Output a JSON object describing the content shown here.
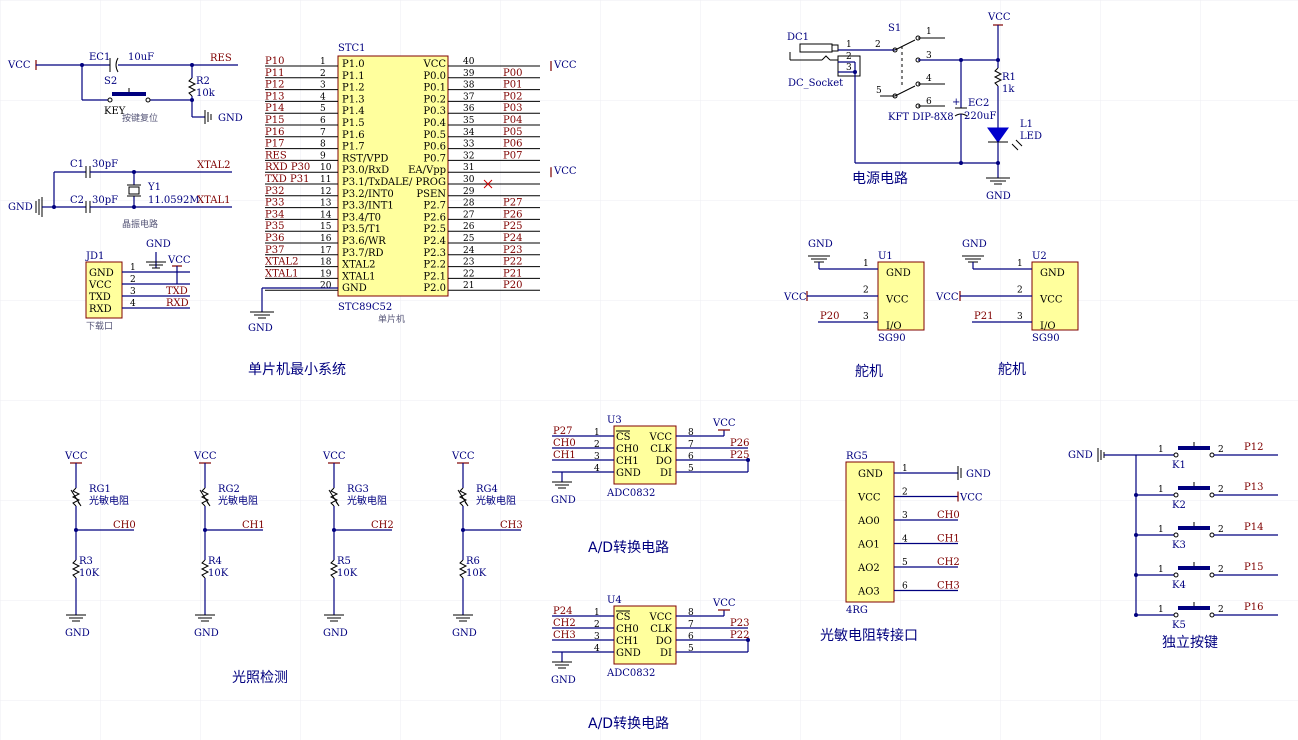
{
  "titles": {
    "mcu": "单片机最小系统",
    "power": "电源电路",
    "servo1": "舵机",
    "servo2": "舵机",
    "light": "光照检测",
    "adc1": "A/D转换电路",
    "adc2": "A/D转换电路",
    "lr_port": "光敏电阻转接口",
    "keys": "独立按键"
  },
  "captions": {
    "reset": "按键复位",
    "crystal": "晶振电路",
    "download": "下载口",
    "mcu": "单片机"
  },
  "nets": {
    "vcc": "VCC",
    "gnd": "GND",
    "res": "RES",
    "xtal1": "XTAL1",
    "xtal2": "XTAL2",
    "txd": "TXD",
    "rxd": "RXD"
  },
  "parts": {
    "ec1": "EC1",
    "ec1_val": "10uF",
    "s2": "S2",
    "s2_val": "KEY",
    "r2": "R2",
    "r2_val": "10k",
    "c1": "C1",
    "c1_val": "30pF",
    "c2": "C2",
    "c2_val": "30pF",
    "y1": "Y1",
    "y1_val": "11.0592M",
    "jd1": "JD1",
    "dc1": "DC1",
    "dc1_val": "DC_Socket",
    "s1": "S1",
    "s1_val": "KFT DIP-8X8",
    "ec2": "EC2",
    "ec2_val": "220uF",
    "r1": "R1",
    "r1_val": "1k",
    "l1": "L1",
    "l1_val": "LED",
    "u1": "U1",
    "u2": "U2",
    "sg90": "SG90",
    "u3": "U3",
    "u4": "U4",
    "adc": "ADC0832",
    "rg5": "RG5",
    "rg5_val": "4RG"
  },
  "jd1_pins": [
    {
      "num": "1",
      "name": "GND"
    },
    {
      "num": "2",
      "name": "VCC"
    },
    {
      "num": "3",
      "name": "TXD"
    },
    {
      "num": "4",
      "name": "RXD"
    }
  ],
  "mcu": {
    "ref": "STC1",
    "part": "STC89C52",
    "left": [
      {
        "net": "P10",
        "num": "1",
        "pin": "P1.0"
      },
      {
        "net": "P11",
        "num": "2",
        "pin": "P1.1"
      },
      {
        "net": "P12",
        "num": "3",
        "pin": "P1.2"
      },
      {
        "net": "P13",
        "num": "4",
        "pin": "P1.3"
      },
      {
        "net": "P14",
        "num": "5",
        "pin": "P1.4"
      },
      {
        "net": "P15",
        "num": "6",
        "pin": "P1.5"
      },
      {
        "net": "P16",
        "num": "7",
        "pin": "P1.6"
      },
      {
        "net": "P17",
        "num": "8",
        "pin": "P1.7"
      },
      {
        "net": "RES",
        "num": "9",
        "pin": "RST/VPD"
      },
      {
        "net": "RXD P30",
        "num": "10",
        "pin": "P3.0/RxD"
      },
      {
        "net": "TXD P31",
        "num": "11",
        "pin": "P3.1/TxD"
      },
      {
        "net": "P32",
        "num": "12",
        "pin": "P3.2/INT0"
      },
      {
        "net": "P33",
        "num": "13",
        "pin": "P3.3/INT1"
      },
      {
        "net": "P34",
        "num": "14",
        "pin": "P3.4/T0"
      },
      {
        "net": "P35",
        "num": "15",
        "pin": "P3.5/T1"
      },
      {
        "net": "P36",
        "num": "16",
        "pin": "P3.6/WR"
      },
      {
        "net": "P37",
        "num": "17",
        "pin": "P3.7/RD"
      },
      {
        "net": "XTAL2",
        "num": "18",
        "pin": "XTAL2"
      },
      {
        "net": "XTAL1",
        "num": "19",
        "pin": "XTAL1"
      },
      {
        "net": "",
        "num": "20",
        "pin": "GND"
      }
    ],
    "right": [
      {
        "pin": "VCC",
        "num": "40",
        "net": "VCC"
      },
      {
        "pin": "P0.0",
        "num": "39",
        "net": "P00"
      },
      {
        "pin": "P0.1",
        "num": "38",
        "net": "P01"
      },
      {
        "pin": "P0.2",
        "num": "37",
        "net": "P02"
      },
      {
        "pin": "P0.3",
        "num": "36",
        "net": "P03"
      },
      {
        "pin": "P0.4",
        "num": "35",
        "net": "P04"
      },
      {
        "pin": "P0.5",
        "num": "34",
        "net": "P05"
      },
      {
        "pin": "P0.6",
        "num": "33",
        "net": "P06"
      },
      {
        "pin": "P0.7",
        "num": "32",
        "net": "P07"
      },
      {
        "pin": "EA/Vpp",
        "num": "31",
        "net": "VCC"
      },
      {
        "pin": "ALE/ PROG",
        "num": "30",
        "net": ""
      },
      {
        "pin": "PSEN",
        "num": "29",
        "net": ""
      },
      {
        "pin": "P2.7",
        "num": "28",
        "net": "P27"
      },
      {
        "pin": "P2.6",
        "num": "27",
        "net": "P26"
      },
      {
        "pin": "P2.5",
        "num": "26",
        "net": "P25"
      },
      {
        "pin": "P2.4",
        "num": "25",
        "net": "P24"
      },
      {
        "pin": "P2.3",
        "num": "24",
        "net": "P23"
      },
      {
        "pin": "P2.2",
        "num": "23",
        "net": "P22"
      },
      {
        "pin": "P2.1",
        "num": "22",
        "net": "P21"
      },
      {
        "pin": "P2.0",
        "num": "21",
        "net": "P20"
      }
    ]
  },
  "s1_pins": [
    "1",
    "2",
    "3",
    "4",
    "5",
    "6"
  ],
  "dc1_pins": [
    "1",
    "2",
    "3"
  ],
  "servo_pins": [
    {
      "num": "1",
      "name": "GND"
    },
    {
      "num": "2",
      "name": "VCC"
    },
    {
      "num": "3",
      "name": "I/O"
    }
  ],
  "servo1_net": "P20",
  "servo2_net": "P21",
  "photo": [
    {
      "ref": "RG1",
      "val": "光敏电阻",
      "rref": "R3",
      "rval": "10K",
      "net": "CH0"
    },
    {
      "ref": "RG2",
      "val": "光敏电阻",
      "rref": "R4",
      "rval": "10K",
      "net": "CH1"
    },
    {
      "ref": "RG3",
      "val": "光敏电阻",
      "rref": "R5",
      "rval": "10K",
      "net": "CH2"
    },
    {
      "ref": "RG4",
      "val": "光敏电阻",
      "rref": "R6",
      "rval": "10K",
      "net": "CH3"
    }
  ],
  "adc_pins": {
    "left": [
      {
        "num": "1",
        "name": "CS"
      },
      {
        "num": "2",
        "name": "CH0"
      },
      {
        "num": "3",
        "name": "CH1"
      },
      {
        "num": "4",
        "name": "GND"
      }
    ],
    "right": [
      {
        "num": "8",
        "name": "VCC"
      },
      {
        "num": "7",
        "name": "CLK"
      },
      {
        "num": "6",
        "name": "DO"
      },
      {
        "num": "5",
        "name": "DI"
      }
    ]
  },
  "adc1_nets": {
    "cs": "P27",
    "ch0": "CH0",
    "ch1": "CH1",
    "clk": "P26",
    "dio": "P25"
  },
  "adc2_nets": {
    "cs": "P24",
    "ch0": "CH2",
    "ch1": "CH3",
    "clk": "P23",
    "dio": "P22"
  },
  "rg5_pins": [
    {
      "num": "1",
      "name": "GND",
      "net": "GND"
    },
    {
      "num": "2",
      "name": "VCC",
      "net": "VCC"
    },
    {
      "num": "3",
      "name": "AO0",
      "net": "CH0"
    },
    {
      "num": "4",
      "name": "AO1",
      "net": "CH1"
    },
    {
      "num": "5",
      "name": "AO2",
      "net": "CH2"
    },
    {
      "num": "6",
      "name": "AO3",
      "net": "CH3"
    }
  ],
  "keys": [
    {
      "ref": "K1",
      "net": "P12"
    },
    {
      "ref": "K2",
      "net": "P13"
    },
    {
      "ref": "K3",
      "net": "P14"
    },
    {
      "ref": "K4",
      "net": "P15"
    },
    {
      "ref": "K5",
      "net": "P16"
    }
  ],
  "key_pins": [
    "1",
    "2"
  ]
}
